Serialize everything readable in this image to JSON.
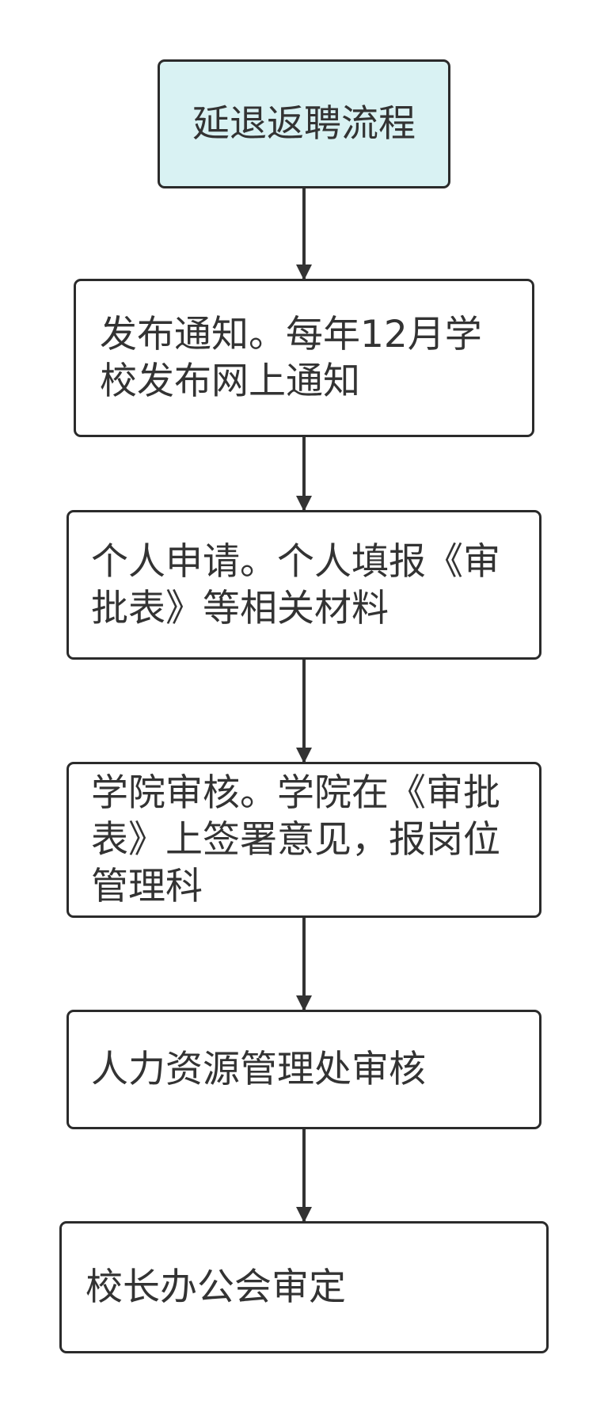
{
  "diagram": {
    "type": "flowchart",
    "direction": "top-to-bottom",
    "colors": {
      "start_fill": "#d9f2f3",
      "node_fill": "#ffffff",
      "border": "#2b2b2b",
      "text": "#333333",
      "arrow": "#333333"
    },
    "nodes": [
      {
        "id": "n1",
        "label": "延退返聘流程"
      },
      {
        "id": "n2",
        "label": "发布通知。每年12月学校发布网上通知"
      },
      {
        "id": "n3",
        "label": "个人申请。个人填报《审批表》等相关材料"
      },
      {
        "id": "n4",
        "label": "学院审核。学院在《审批表》上签署意见，报岗位管理科"
      },
      {
        "id": "n5",
        "label": "人力资源管理处审核"
      },
      {
        "id": "n6",
        "label": "校长办公会审定"
      }
    ],
    "edges": [
      {
        "from": "n1",
        "to": "n2"
      },
      {
        "from": "n2",
        "to": "n3"
      },
      {
        "from": "n3",
        "to": "n4"
      },
      {
        "from": "n4",
        "to": "n5"
      },
      {
        "from": "n5",
        "to": "n6"
      }
    ]
  }
}
